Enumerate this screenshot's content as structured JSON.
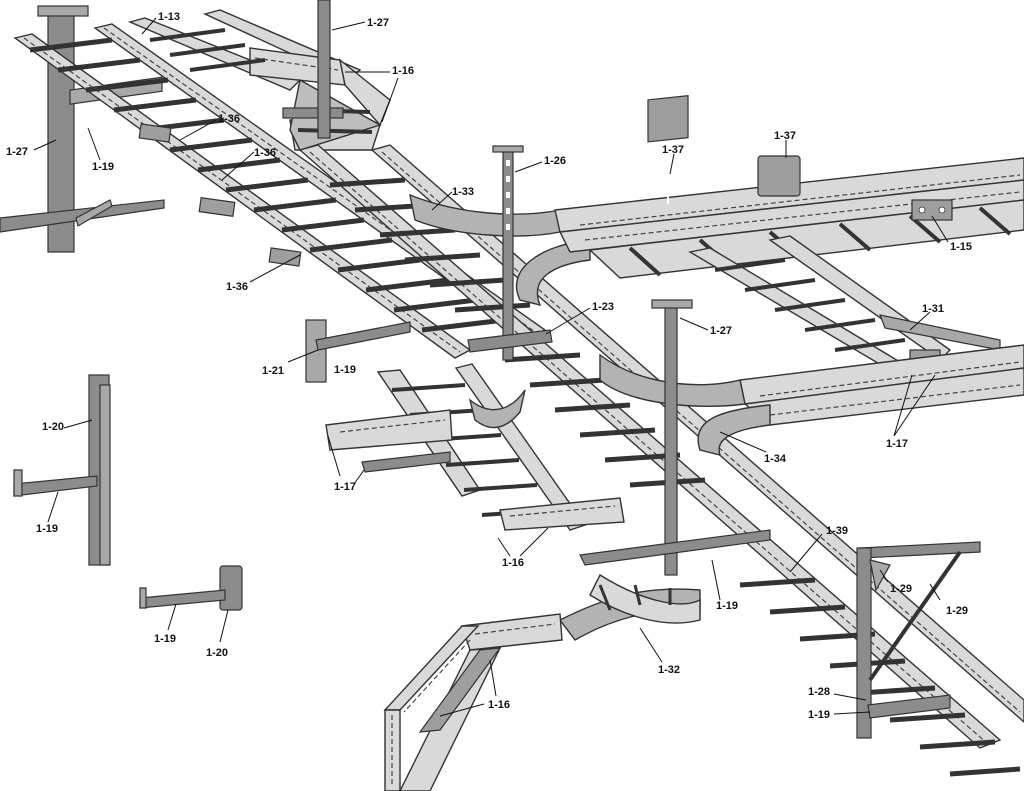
{
  "callouts": [
    {
      "id": "c-1-13-top",
      "text": "1-13"
    },
    {
      "id": "c-1-27-top",
      "text": "1-27"
    },
    {
      "id": "c-1-16-top",
      "text": "1-16"
    },
    {
      "id": "c-1-27-left",
      "text": "1-27"
    },
    {
      "id": "c-1-19-left",
      "text": "1-19"
    },
    {
      "id": "c-1-36-a",
      "text": "1-36"
    },
    {
      "id": "c-1-36-b",
      "text": "1-36"
    },
    {
      "id": "c-1-36-c",
      "text": "1-36"
    },
    {
      "id": "c-1-33",
      "text": "1-33"
    },
    {
      "id": "c-1-26",
      "text": "1-26"
    },
    {
      "id": "c-1-37-a",
      "text": "1-37"
    },
    {
      "id": "c-1-37-b",
      "text": "1-37"
    },
    {
      "id": "c-1-15",
      "text": "1-15"
    },
    {
      "id": "c-1-23",
      "text": "1-23"
    },
    {
      "id": "c-1-27-mid",
      "text": "1-27"
    },
    {
      "id": "c-1-31",
      "text": "1-31"
    },
    {
      "id": "c-1-21",
      "text": "1-21"
    },
    {
      "id": "c-1-19-mid",
      "text": "1-19"
    },
    {
      "id": "c-1-20-a",
      "text": "1-20"
    },
    {
      "id": "c-1-19-b",
      "text": "1-19"
    },
    {
      "id": "c-1-17-left",
      "text": "1-17"
    },
    {
      "id": "c-1-34",
      "text": "1-34"
    },
    {
      "id": "c-1-17-right",
      "text": "1-17"
    },
    {
      "id": "c-1-16-mid",
      "text": "1-16"
    },
    {
      "id": "c-1-39",
      "text": "1-39"
    },
    {
      "id": "c-1-19-c",
      "text": "1-19"
    },
    {
      "id": "c-1-29-a",
      "text": "1-29"
    },
    {
      "id": "c-1-29-b",
      "text": "1-29"
    },
    {
      "id": "c-1-19-d",
      "text": "1-19"
    },
    {
      "id": "c-1-20-b",
      "text": "1-20"
    },
    {
      "id": "c-1-32",
      "text": "1-32"
    },
    {
      "id": "c-1-16-bot",
      "text": "1-16"
    },
    {
      "id": "c-1-28",
      "text": "1-28"
    },
    {
      "id": "c-1-19-e",
      "text": "1-19"
    }
  ]
}
